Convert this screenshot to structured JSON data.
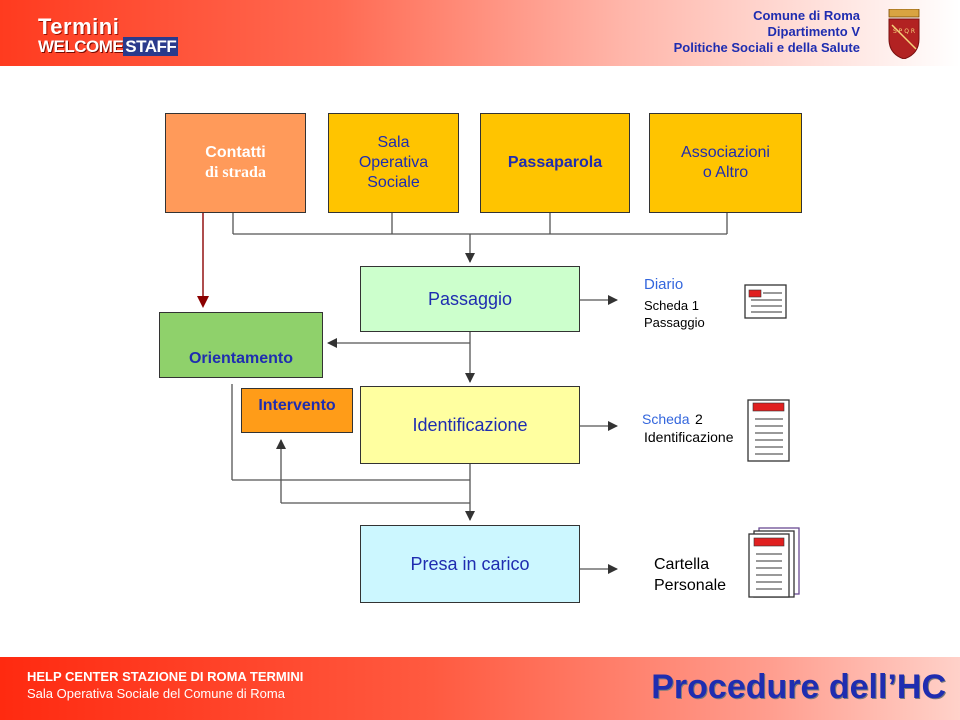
{
  "header": {
    "logo_top": "Termini",
    "logo_bottom_1": "WELCOME",
    "logo_bottom_2": "STAFF",
    "line1": "Comune di Roma",
    "line2": "Dipartimento V",
    "line3": "Politiche Sociali e della Salute",
    "crest_text": "S P Q R"
  },
  "boxes": {
    "contatti_l1": "Contatti",
    "contatti_l2": "di strada",
    "sala_l1": "Sala",
    "sala_l2": "Operativa",
    "sala_l3": "Sociale",
    "passaparola": "Passaparola",
    "associazioni_l1": "Associazioni",
    "associazioni_l2": "o Altro",
    "orientamento": "Orientamento",
    "passaggio": "Passaggio",
    "intervento": "Intervento",
    "identificazione": "Identificazione",
    "presa": "Presa in carico"
  },
  "documents": {
    "diario_title": "Diario",
    "scheda1": "Scheda 1",
    "passaggio": "Passaggio",
    "scheda2_link": "Scheda",
    "scheda2_num": "2",
    "identificazione": "Identificazione",
    "cartella_l1": "Cartella",
    "cartella_l2": "Personale"
  },
  "footer": {
    "line1": "HELP CENTER STAZIONE DI ROMA TERMINI",
    "line2": "Sala Operativa Sociale del Comune di Roma",
    "title": "Procedure dell’HC"
  },
  "colors": {
    "accent_blue": "#1f2db0",
    "header_red": "#ff3b1f",
    "orange": "#ffc400",
    "green": "#8fd16b",
    "light_green": "#ccffcc",
    "light_yellow": "#ffffa0",
    "light_cyan": "#ccf7ff"
  }
}
